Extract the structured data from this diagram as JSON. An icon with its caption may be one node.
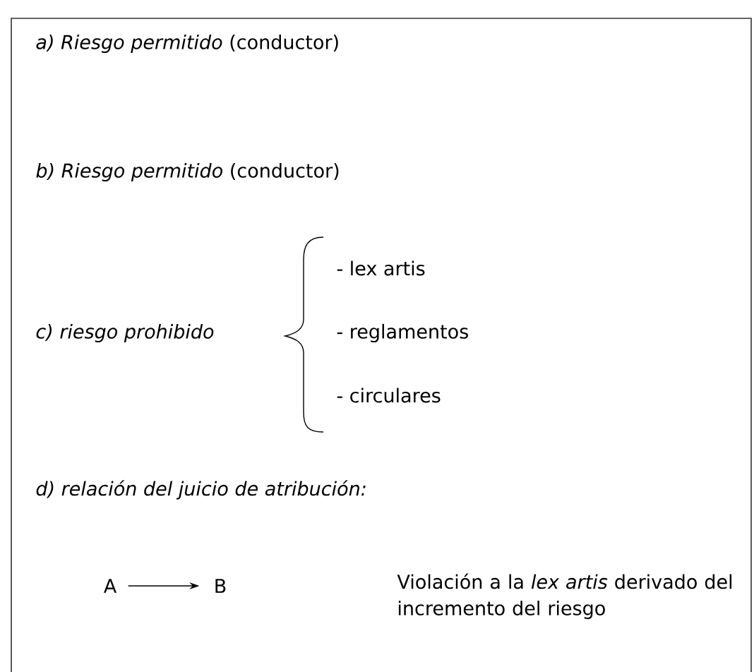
{
  "diagram": {
    "nodes": [
      {
        "text": [
          "A"
        ]
      },
      {
        "text": [
          "B"
        ]
      }
    ],
    "edges": [
      {
        "from": 0,
        "to": 1,
        "arrow": "to"
      }
    ],
    "labels": [
      "*a) Riesgo permitido* (conductor)",
      "*b) Riesgo permitido* (conductor)",
      "- lex artis",
      "c) riesgo prohibido",
      "- reglamentos",
      "- circulares",
      "d) relación del juicio de atribución:",
      "Violación a la *lex artis* derivado del incremento del riesgo"
    ]
  }
}
